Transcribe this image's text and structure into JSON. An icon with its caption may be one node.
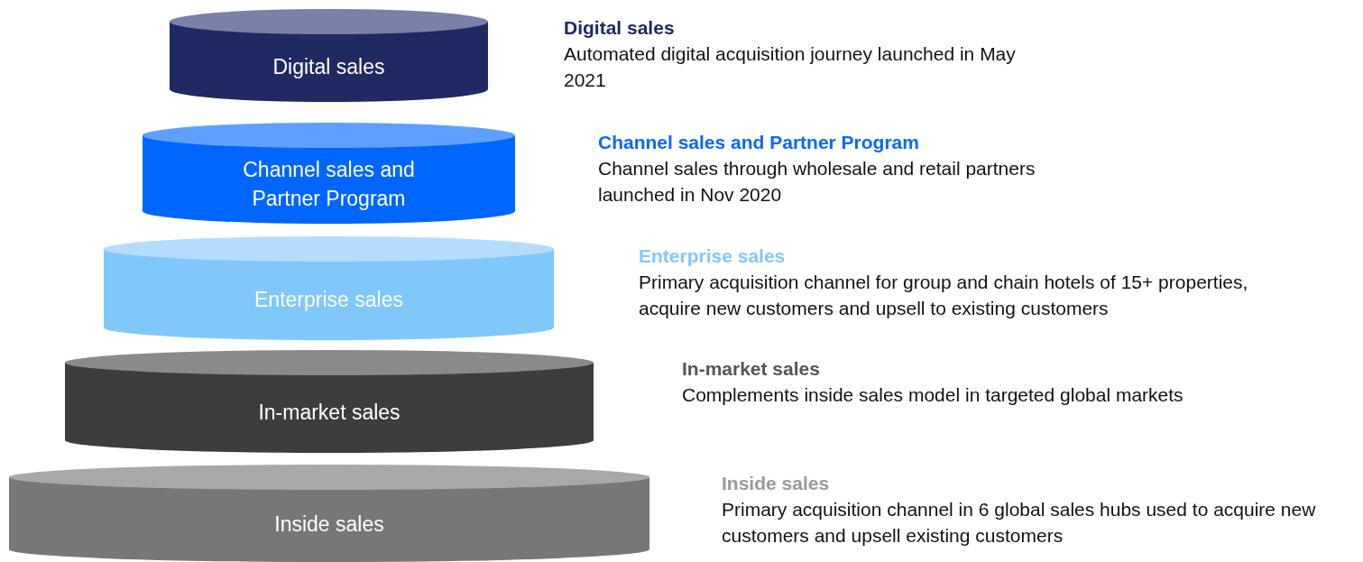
{
  "diagram": {
    "nodes": [
      {
        "text": [
          "Digital sales"
        ],
        "beside": [
          "Digital sales",
          "Automated digital acquisition journey launched in May 2021"
        ]
      },
      {
        "text": [
          "Channel sales and Partner Program"
        ],
        "beside": [
          "Channel sales and Partner Program",
          "Channel sales through wholesale and retail partners launched in Nov 2020"
        ]
      },
      {
        "text": [
          "Enterprise sales"
        ],
        "beside": [
          "Enterprise sales",
          "Primary acquisition channel for group and chain hotels of 15+ properties, acquire new customers and upsell to existing customers"
        ]
      },
      {
        "text": [
          "In-market sales"
        ],
        "beside": [
          "In-market sales",
          "Complements inside sales model in targeted global markets"
        ]
      },
      {
        "text": [
          "Inside sales"
        ],
        "beside": [
          "Inside sales",
          "Primary acquisition channel in 6 global sales hubs used to acquire new customers and upsell existing customers"
        ]
      }
    ]
  }
}
